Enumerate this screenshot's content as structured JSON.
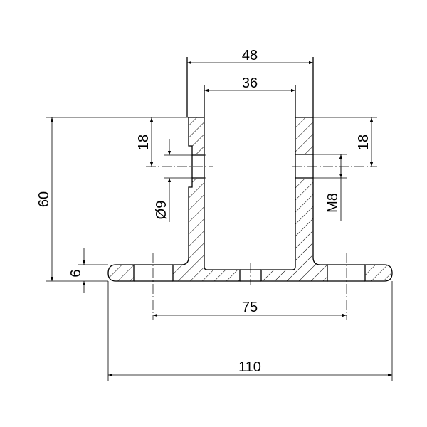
{
  "drawing": {
    "title": "Flange tube section drawing",
    "dimensions": {
      "outer_width": "48",
      "inner_width": "36",
      "height": "60",
      "hole_height_left": "18",
      "hole_height_right": "18",
      "hole_diameter": "Ø9",
      "thread": "M8",
      "flange_thickness": "6",
      "hole_spacing": "75",
      "overall_width": "110"
    }
  }
}
